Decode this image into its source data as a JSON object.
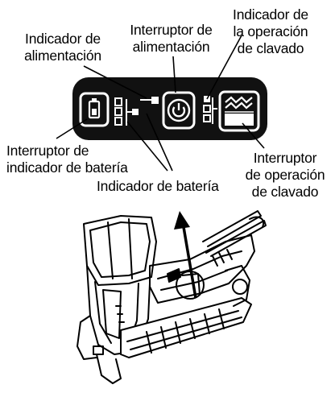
{
  "labels": {
    "power_indicator": [
      "Indicador de",
      "alimentación"
    ],
    "power_switch": [
      "Interruptor de",
      "alimentación"
    ],
    "nailing_indicator": [
      "Indicador de",
      "la operación",
      "de clavado"
    ],
    "battery_indicator_switch": [
      "Interruptor de",
      "indicador de batería"
    ],
    "battery_indicator": "Indicador de batería",
    "nailing_switch": [
      "Interruptor",
      "de operación",
      "de clavado"
    ]
  },
  "colors": {
    "ink": "#000000",
    "panel": "#111111",
    "paper": "#ffffff"
  },
  "icons": {
    "battery_switch": "battery-icon",
    "power_switch": "power-button-icon",
    "nailing_switch": "nailing-mode-icon"
  }
}
